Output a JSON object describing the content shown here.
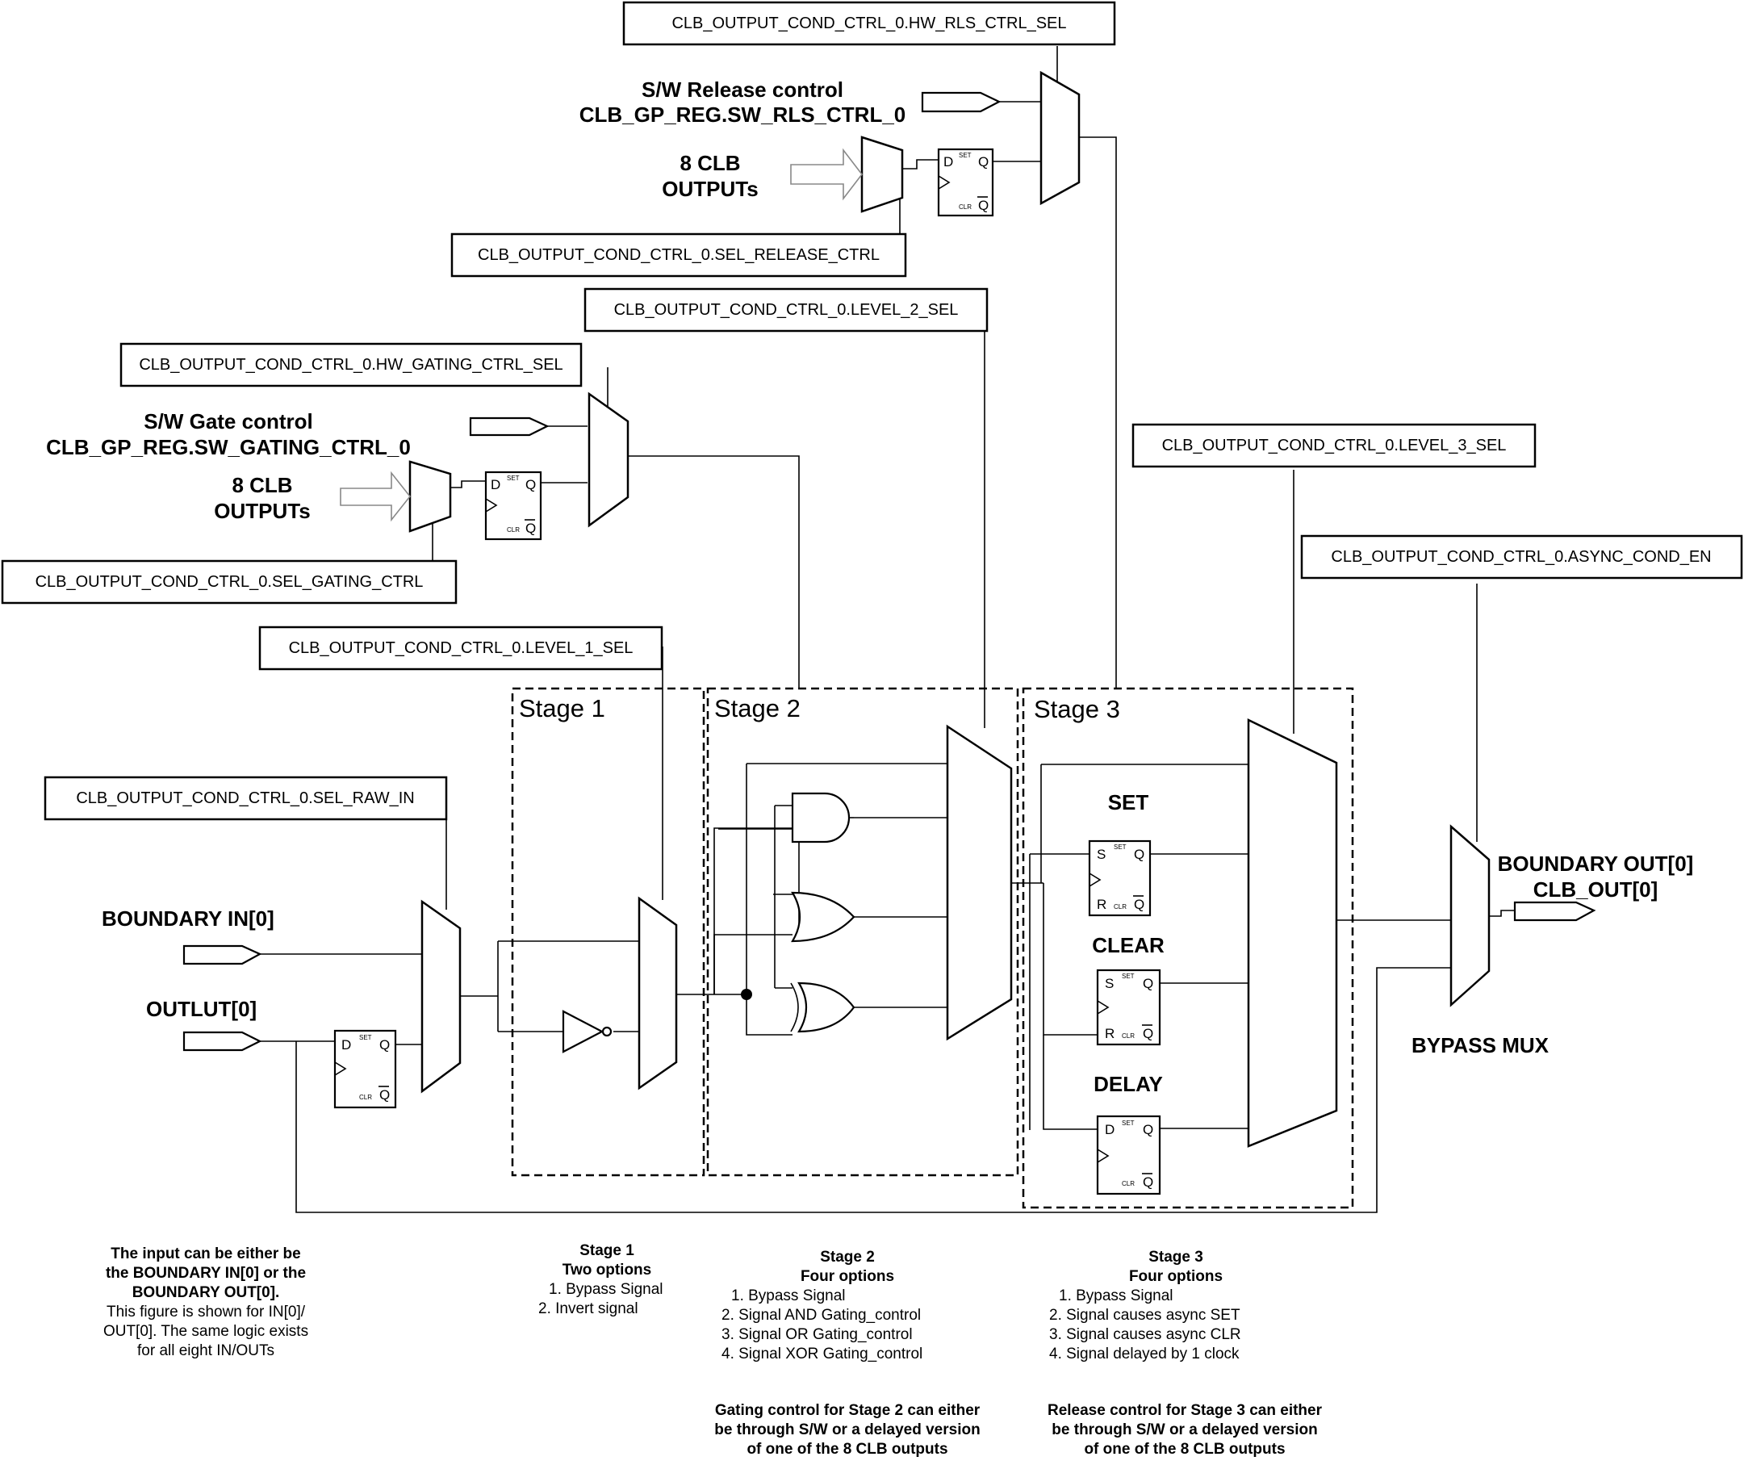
{
  "registers": {
    "hw_rls_ctrl_sel": "CLB_OUTPUT_COND_CTRL_0.HW_RLS_CTRL_SEL",
    "sel_release_ctrl": "CLB_OUTPUT_COND_CTRL_0.SEL_RELEASE_CTRL",
    "level_2_sel": "CLB_OUTPUT_COND_CTRL_0.LEVEL_2_SEL",
    "hw_gating_ctrl_sel": "CLB_OUTPUT_COND_CTRL_0.HW_GATING_CTRL_SEL",
    "sel_gating_ctrl": "CLB_OUTPUT_COND_CTRL_0.SEL_GATING_CTRL",
    "level_1_sel": "CLB_OUTPUT_COND_CTRL_0.LEVEL_1_SEL",
    "sel_raw_in": "CLB_OUTPUT_COND_CTRL_0.SEL_RAW_IN",
    "level_3_sel": "CLB_OUTPUT_COND_CTRL_0.LEVEL_3_SEL",
    "async_cond_en": "CLB_OUTPUT_COND_CTRL_0.ASYNC_COND_EN"
  },
  "labels": {
    "sw_release_line1": "S/W Release control",
    "sw_release_line2": "CLB_GP_REG.SW_RLS_CTRL_0",
    "clb_outputs_top_1": "8 CLB",
    "clb_outputs_top_2": "OUTPUTs",
    "sw_gate_line1": "S/W Gate control",
    "sw_gate_line2": "CLB_GP_REG.SW_GATING_CTRL_0",
    "clb_outputs_mid_1": "8 CLB",
    "clb_outputs_mid_2": "OUTPUTs",
    "boundary_in": "BOUNDARY IN[0]",
    "outlut": "OUTLUT[0]",
    "boundary_out": "BOUNDARY OUT[0]",
    "clb_out": "CLB_OUT[0]",
    "bypass_mux": "BYPASS MUX",
    "set": "SET",
    "clear": "CLEAR",
    "delay": "DELAY"
  },
  "stages": {
    "stage1": "Stage 1",
    "stage2": "Stage 2",
    "stage3": "Stage 3"
  },
  "flipflop": {
    "d": "D",
    "q": "Q",
    "qbar": "Q",
    "s": "S",
    "r": "R",
    "set": "SET",
    "clr": "CLR"
  },
  "notes": {
    "input": {
      "line1": "The input can be either be",
      "line2": "the BOUNDARY IN[0] or the",
      "line3": "BOUNDARY OUT[0].",
      "line4": "This figure is shown for IN[0]/",
      "line5": "OUT[0]. The same logic exists",
      "line6": "for all eight IN/OUTs"
    },
    "stage1": {
      "title": "Stage 1",
      "subtitle": "Two options",
      "opt1": "1. Bypass Signal",
      "opt2": "2. Invert signal"
    },
    "stage2": {
      "title": "Stage 2",
      "subtitle": "Four options",
      "opt1": "1. Bypass Signal",
      "opt2": "2. Signal AND Gating_control",
      "opt3": "3. Signal OR Gating_control",
      "opt4": "4. Signal XOR Gating_control",
      "gating1": "Gating control for Stage 2 can either",
      "gating2": "be through S/W or a delayed version",
      "gating3": "of one of the 8 CLB outputs"
    },
    "stage3": {
      "title": "Stage 3",
      "subtitle": "Four options",
      "opt1": "1. Bypass Signal",
      "opt2": "2. Signal causes async SET",
      "opt3": "3. Signal causes async CLR",
      "opt4": "4. Signal delayed by 1 clock",
      "release1": "Release control for Stage 3 can either",
      "release2": "be through S/W or a delayed version",
      "release3": "of one of the 8 CLB  outputs"
    }
  }
}
